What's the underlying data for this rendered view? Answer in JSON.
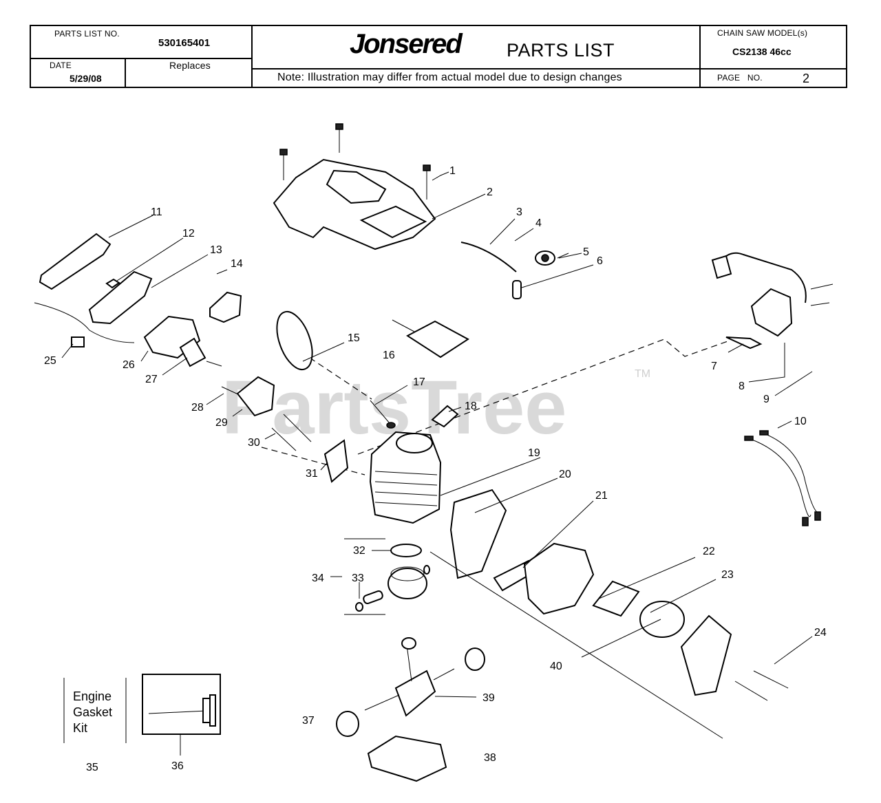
{
  "header": {
    "parts_list_no_label": "PARTS LIST NO.",
    "parts_list_no": "530165401",
    "date_label": "DATE",
    "date": "5/29/08",
    "replaces_label": "Replaces",
    "brand": "Jonsered",
    "title": "PARTS LIST",
    "note": "Note: Illustration may differ from actual model due to design changes",
    "model_label": "CHAIN SAW MODEL(s)",
    "model": "CS2138 46cc",
    "page_label": "PAGE   NO.",
    "page_no": "2"
  },
  "watermark": {
    "text": "PartsTree",
    "tm": "TM"
  },
  "kit": {
    "line1": "Engine",
    "line2": "Gasket",
    "line3": "Kit"
  },
  "callouts": [
    "1",
    "2",
    "3",
    "4",
    "5",
    "6",
    "7",
    "8",
    "9",
    "10",
    "11",
    "12",
    "13",
    "14",
    "15",
    "16",
    "17",
    "18",
    "19",
    "20",
    "21",
    "22",
    "23",
    "24",
    "25",
    "26",
    "27",
    "28",
    "29",
    "30",
    "31",
    "32",
    "33",
    "34",
    "35",
    "36",
    "37",
    "38",
    "39",
    "40"
  ]
}
